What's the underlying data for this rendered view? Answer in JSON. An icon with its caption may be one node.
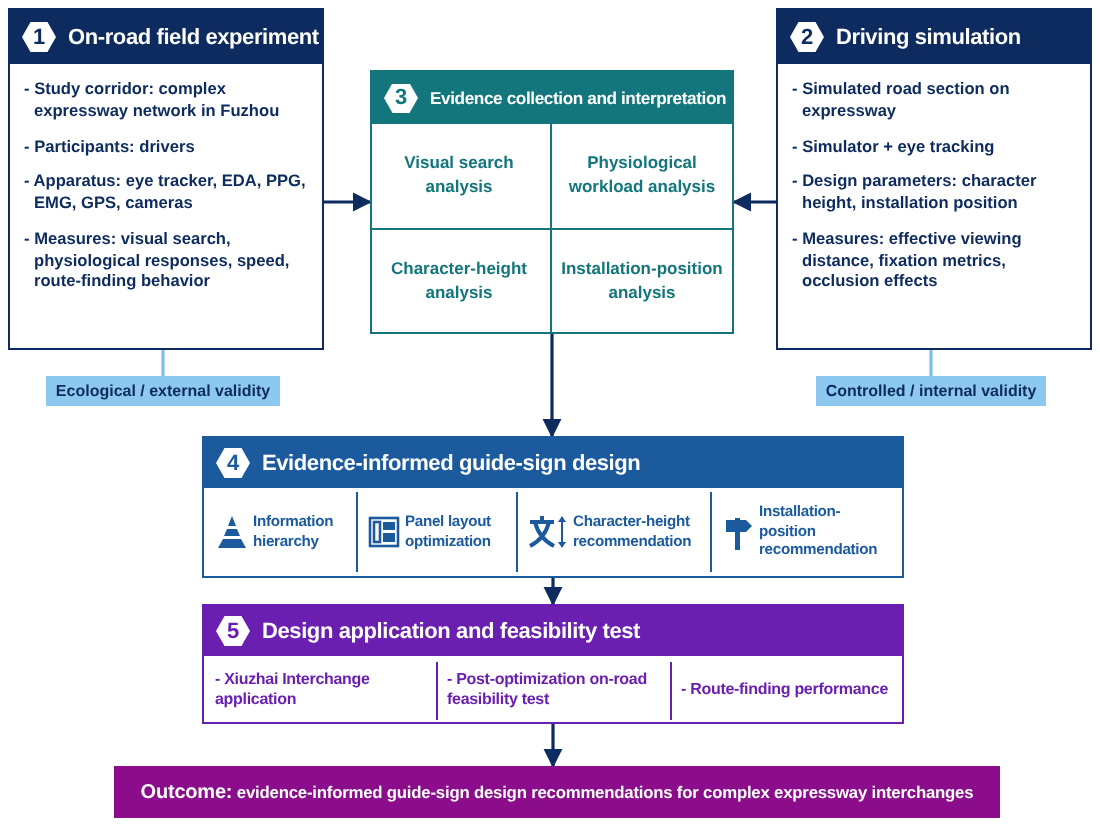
{
  "diagram": {
    "nodes": [
      {
        "text": [
          "1",
          "On-road field experiment",
          "- Study corridor: complex expressway network in Fuzhou",
          "- Participants: drivers",
          "- Apparatus: eye tracker, EDA, PPG, EMG, GPS, cameras",
          "- Measures: visual search, physiological responses, speed, route-finding behavior"
        ]
      },
      {
        "text": [
          "Ecological / external validity"
        ]
      },
      {
        "text": [
          "2",
          "Driving simulation",
          "- Simulated road section on expressway",
          "- Simulator + eye tracking",
          "- Design parameters: character height, installation position",
          "- Measures: effective viewing distance, fixation metrics, occlusion effects"
        ]
      },
      {
        "text": [
          "Controlled / internal validity"
        ]
      },
      {
        "text": [
          "3",
          "Evidence collection and interpretation"
        ]
      },
      {
        "text": [
          "Visual search analysis"
        ],
        "in": 4
      },
      {
        "text": [
          "Physiological workload analysis"
        ],
        "in": 4
      },
      {
        "text": [
          "Character-height analysis"
        ],
        "in": 4
      },
      {
        "text": [
          "Installation-position analysis"
        ],
        "in": 4
      },
      {
        "text": [
          "4",
          "Evidence-informed guide-sign design"
        ]
      },
      {
        "text": [
          "Information hierarchy"
        ],
        "in": 9
      },
      {
        "text": [
          "Panel layout optimization"
        ],
        "in": 9
      },
      {
        "text": [
          "Character-height recommendation"
        ],
        "in": 9
      },
      {
        "text": [
          "Installation-position recommendation"
        ],
        "in": 9
      },
      {
        "text": [
          "5",
          "Design application and feasibility test"
        ]
      },
      {
        "text": [
          "- Xiuzhai Interchange application"
        ],
        "in": 14
      },
      {
        "text": [
          "- Post-optimization on-road feasibility test"
        ],
        "in": 14
      },
      {
        "text": [
          "- Route-finding performance"
        ],
        "in": 14
      },
      {
        "text": [
          "**Outcome:** evidence-informed guide-sign design recommendations for complex expressway interchanges"
        ]
      }
    ],
    "edges": [
      {
        "from": 0,
        "to": 4,
        "arrow": "to"
      },
      {
        "from": 2,
        "to": 4,
        "arrow": "to"
      },
      {
        "from": 0,
        "to": 1,
        "arrow": "none",
        "color": "#7fbfea"
      },
      {
        "from": 2,
        "to": 3,
        "arrow": "none",
        "color": "#7fbfea"
      },
      {
        "from": 4,
        "to": 9,
        "arrow": "to"
      },
      {
        "from": 9,
        "to": 14,
        "arrow": "to"
      },
      {
        "from": 14,
        "to": 18,
        "arrow": "to"
      }
    ]
  }
}
